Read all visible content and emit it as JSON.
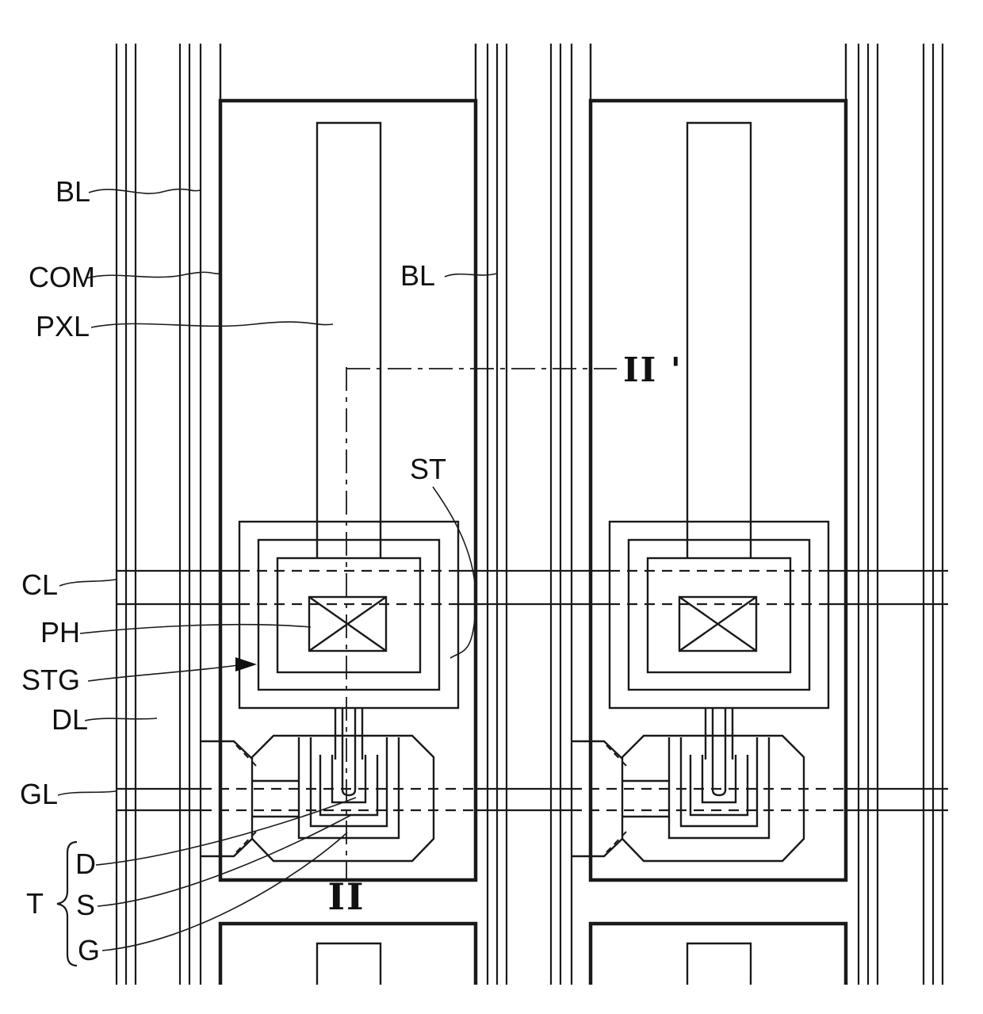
{
  "figure": {
    "kind": "pixel array layout (patent-style line drawing)",
    "background": "#ffffff",
    "line_color": "#1a1a1a"
  },
  "labels": {
    "bl_left": "BL",
    "com": "COM",
    "pxl": "PXL",
    "bl_mid": "BL",
    "st": "ST",
    "cl": "CL",
    "ph": "PH",
    "stg": "STG",
    "dl": "DL",
    "gl": "GL",
    "transistor": {
      "t": "T",
      "d": "D",
      "s": "S",
      "g": "G"
    },
    "section_start": "II",
    "section_end": "II '"
  }
}
